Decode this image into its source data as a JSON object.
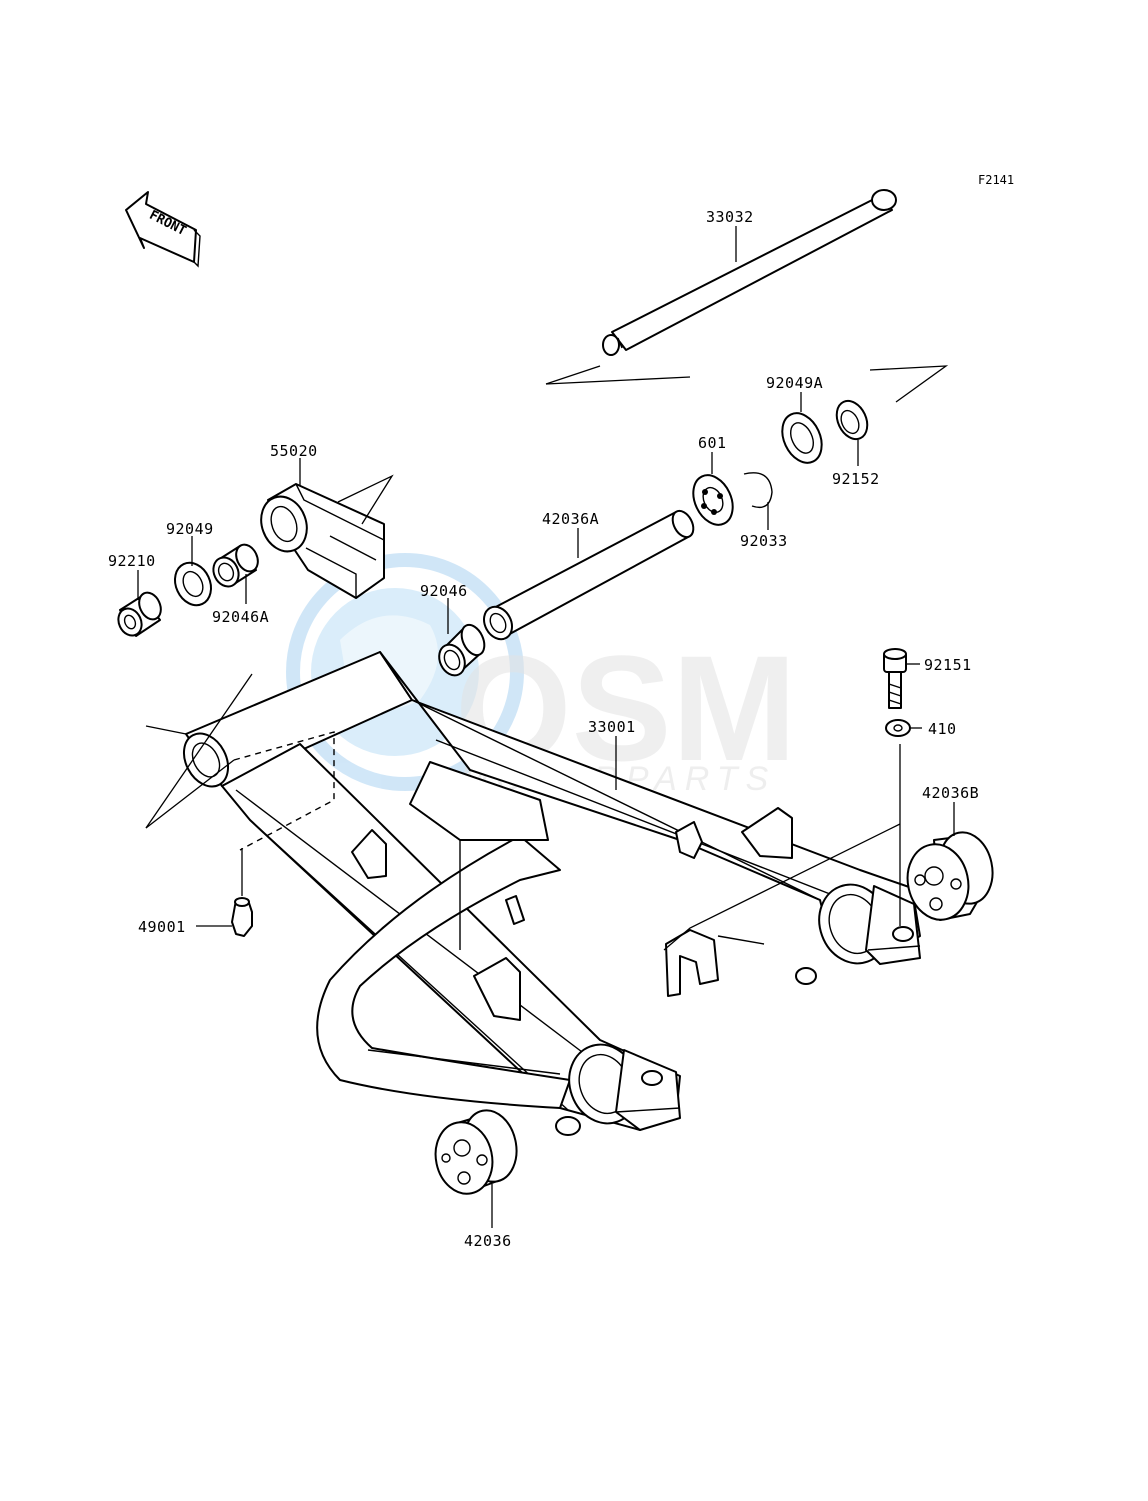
{
  "figure_code": "F2141",
  "direction_badge": "FRONT",
  "watermark": {
    "brand": "OSM",
    "subtitle": "MOTORPARTS"
  },
  "parts": {
    "p33032": "33032",
    "p92049A": "92049A",
    "p92152": "92152",
    "p601": "601",
    "p92033": "92033",
    "p55020": "55020",
    "p92049": "92049",
    "p92210": "92210",
    "p92046A": "92046A",
    "p42036A": "42036A",
    "p92046": "92046",
    "p92151": "92151",
    "p410": "410",
    "p33001": "33001",
    "p42036B": "42036B",
    "p49001": "49001",
    "p42036": "42036"
  }
}
